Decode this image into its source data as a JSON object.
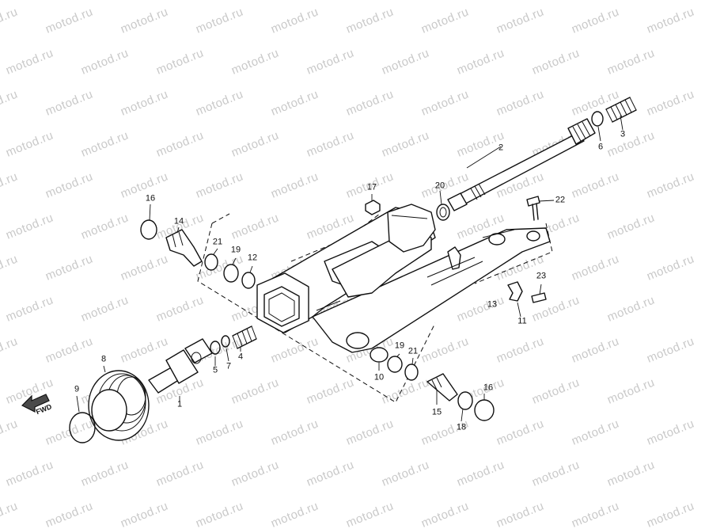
{
  "watermark": "motod.ru",
  "fwd_label": "FWD",
  "parts": [
    {
      "id": "p1",
      "label": "1"
    },
    {
      "id": "p2",
      "label": "2"
    },
    {
      "id": "p3",
      "label": "3"
    },
    {
      "id": "p4",
      "label": "4"
    },
    {
      "id": "p5",
      "label": "5"
    },
    {
      "id": "p6",
      "label": "6"
    },
    {
      "id": "p7",
      "label": "7"
    },
    {
      "id": "p8",
      "label": "8"
    },
    {
      "id": "p9",
      "label": "9"
    },
    {
      "id": "p10",
      "label": "10"
    },
    {
      "id": "p11",
      "label": "11"
    },
    {
      "id": "p12",
      "label": "12"
    },
    {
      "id": "p13",
      "label": "13"
    },
    {
      "id": "p14",
      "label": "14"
    },
    {
      "id": "p15",
      "label": "15"
    },
    {
      "id": "p16a",
      "label": "16"
    },
    {
      "id": "p16b",
      "label": "16"
    },
    {
      "id": "p17",
      "label": "17"
    },
    {
      "id": "p18",
      "label": "18"
    },
    {
      "id": "p19a",
      "label": "19"
    },
    {
      "id": "p19b",
      "label": "19"
    },
    {
      "id": "p20",
      "label": "20"
    },
    {
      "id": "p21a",
      "label": "21"
    },
    {
      "id": "p21b",
      "label": "21"
    },
    {
      "id": "p22",
      "label": "22"
    },
    {
      "id": "p23",
      "label": "23"
    }
  ]
}
